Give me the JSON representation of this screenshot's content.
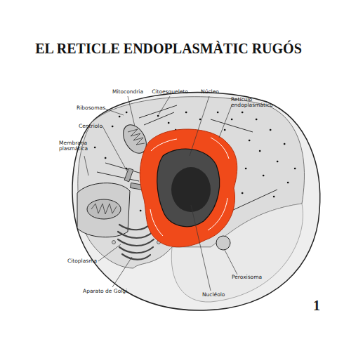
{
  "diagram": {
    "title": "EL RETICLE ENDOPLASMÀTIC RUGÓS",
    "labels": [
      "Mitocondria",
      "Citoesqueleto",
      "Núcleo",
      "Retículo endoplasmático",
      "Ribosomas",
      "Centriolo",
      "Membrana plasmática",
      "Citoplasma",
      "Aparato de Golgi",
      "Nucléolo",
      "Peroxisoma",
      "1"
    ]
  }
}
